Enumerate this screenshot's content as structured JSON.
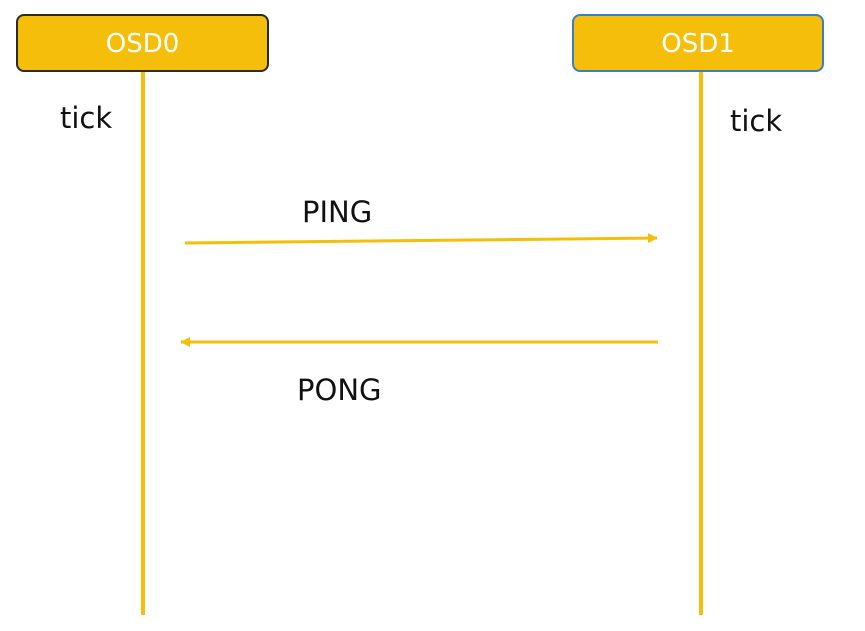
{
  "colors": {
    "accent": "#F5BE0A",
    "lifeline": "#F5BE0A",
    "actor_border_left": "#2a2a2a",
    "actor_border_right": "#3a7fc1",
    "text": "#111111",
    "actor_text": "#ffffff"
  },
  "actors": [
    {
      "label": "OSD0",
      "note": "tick"
    },
    {
      "label": "OSD1",
      "note": "tick"
    }
  ],
  "messages": [
    {
      "label": "PING",
      "from": "OSD0",
      "to": "OSD1"
    },
    {
      "label": "PONG",
      "from": "OSD1",
      "to": "OSD0"
    }
  ]
}
